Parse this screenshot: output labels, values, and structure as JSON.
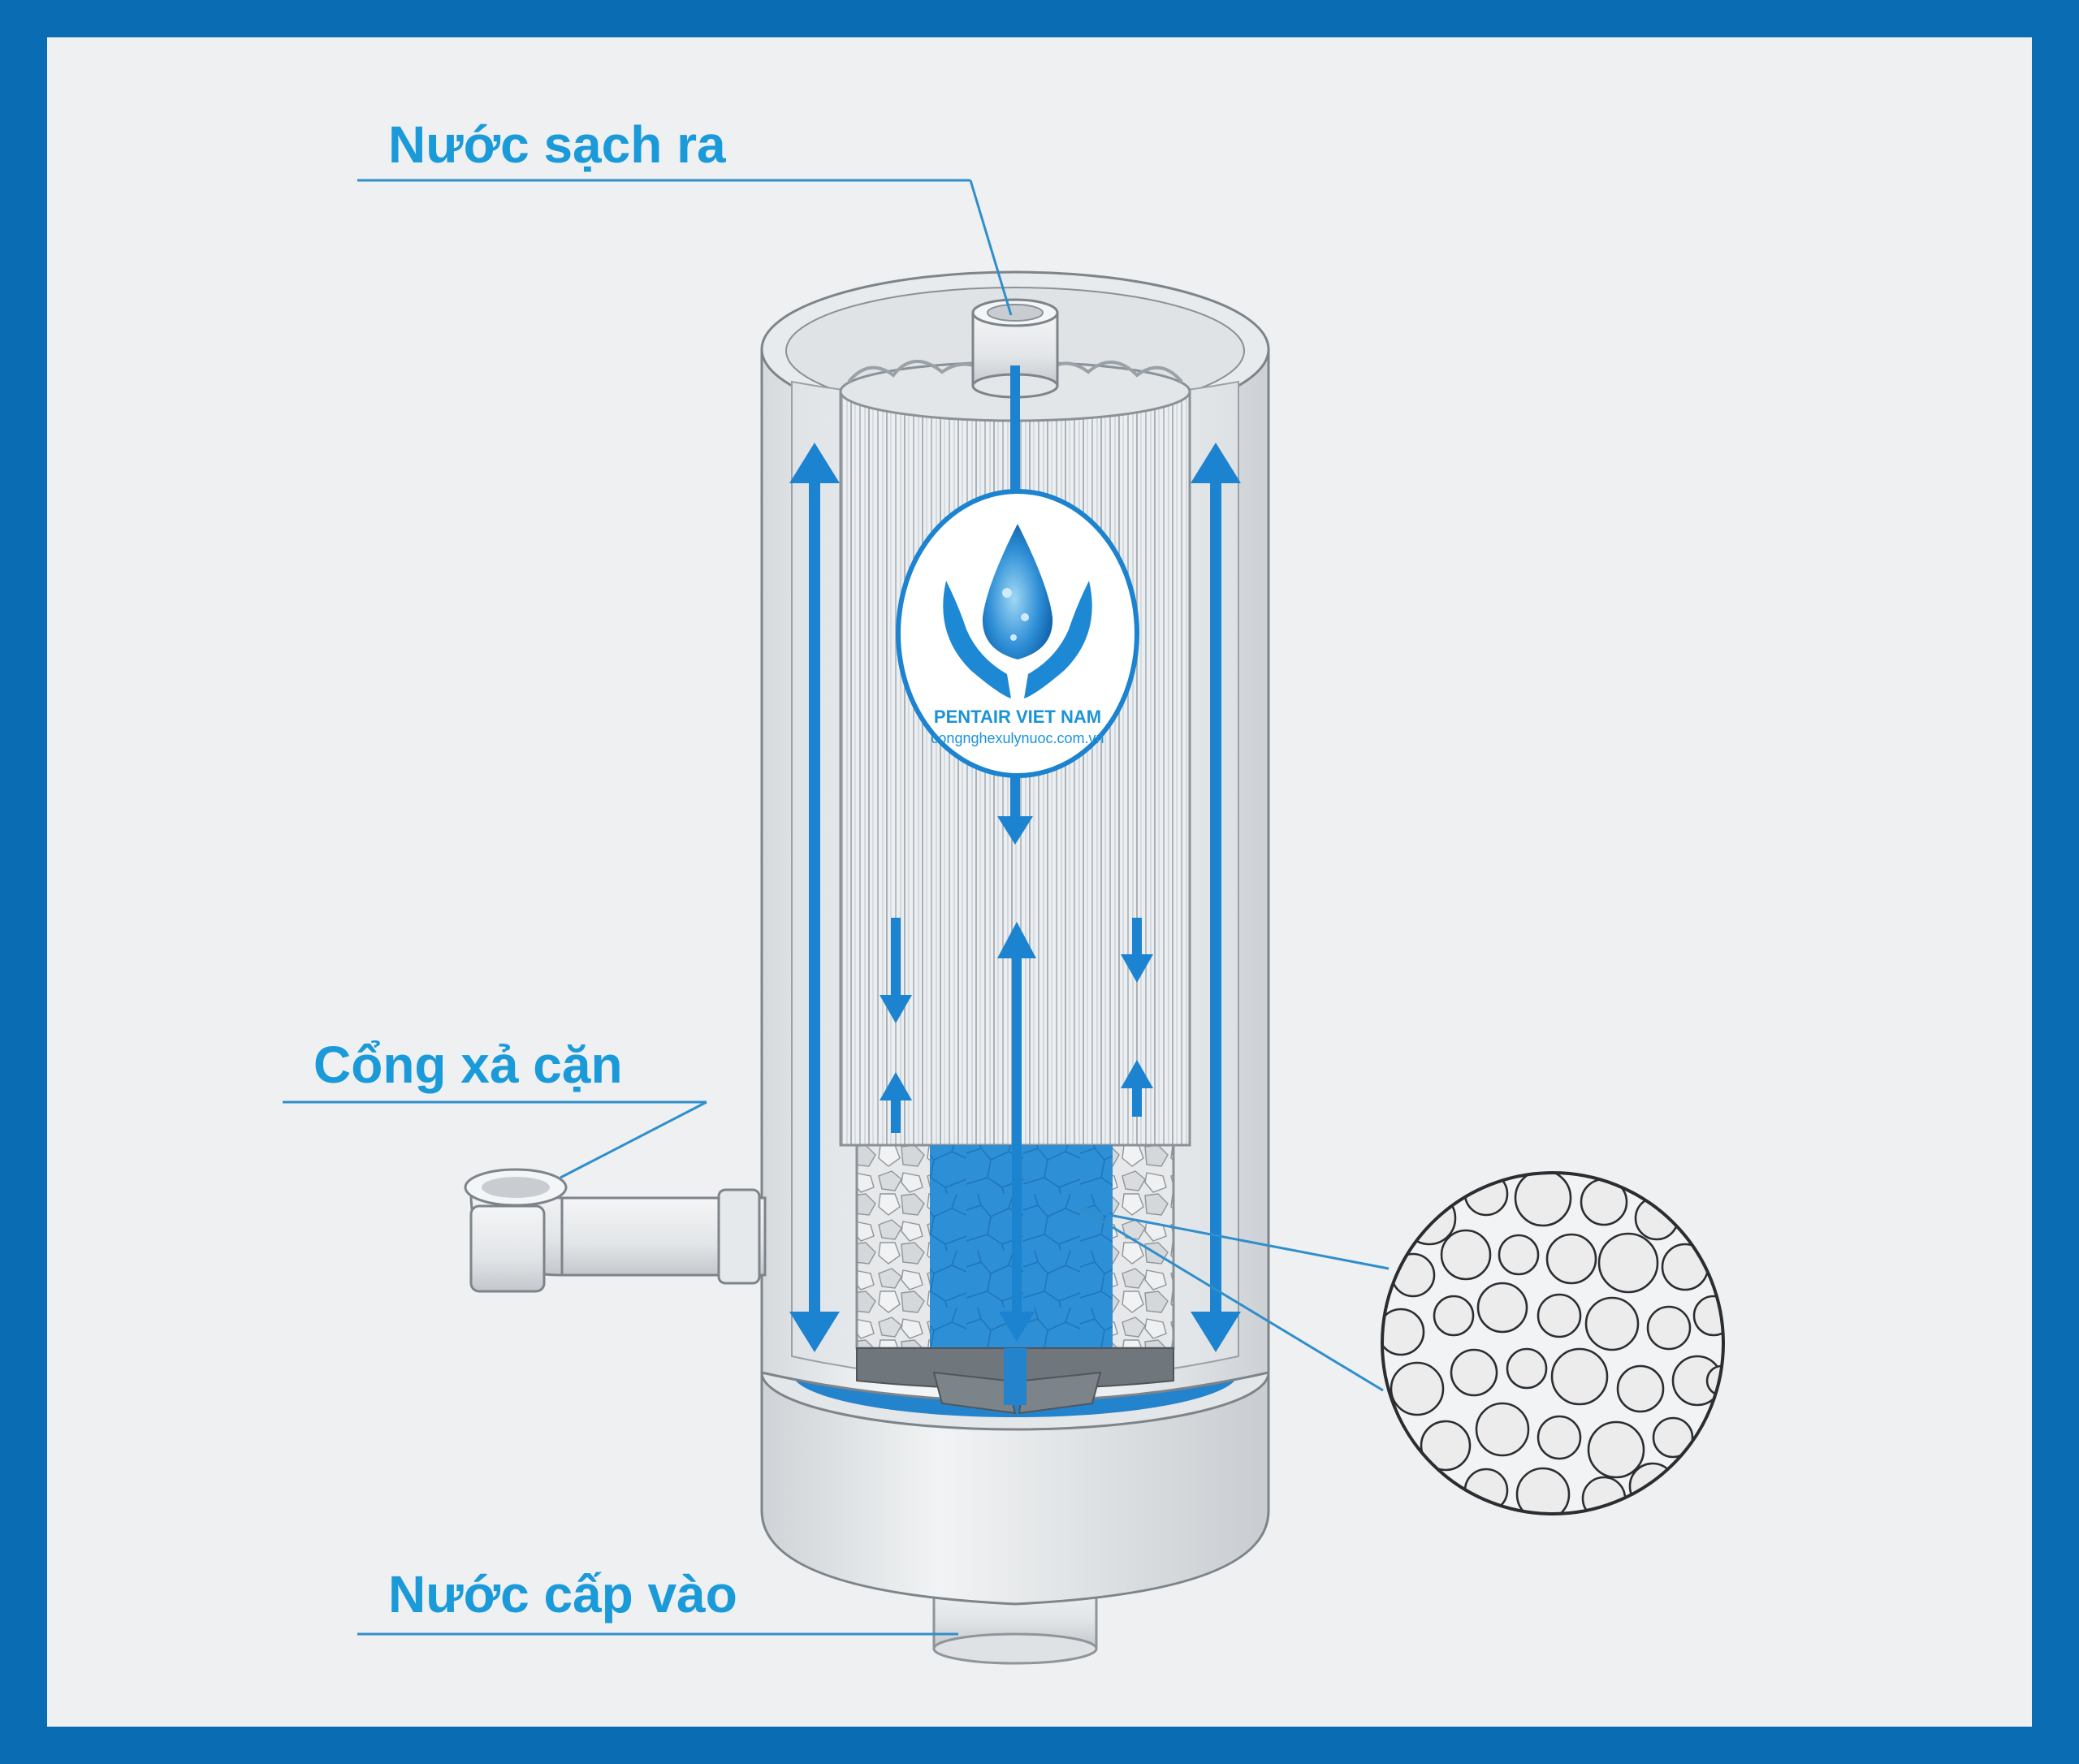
{
  "labels": {
    "clean_water_out": "Nước sạch ra",
    "sludge_drain_port": "Cổng xả cặn",
    "feed_water_in": "Nước cấp vào"
  },
  "logo": {
    "brand": "PENTAIR VIET NAM",
    "website": "congnghexulynuoc.com.vn"
  },
  "colors": {
    "frame": "#0a6db3",
    "background": "#eef0f1",
    "accent": "#1a9ad9",
    "water": "#2383cc",
    "arrow": "#1b83d0",
    "leader_line": "#2f8fcc"
  },
  "icons": [
    "water-drop-hands-icon",
    "flow-arrow-up-icon",
    "flow-arrow-down-icon",
    "magnified-media-icon"
  ]
}
